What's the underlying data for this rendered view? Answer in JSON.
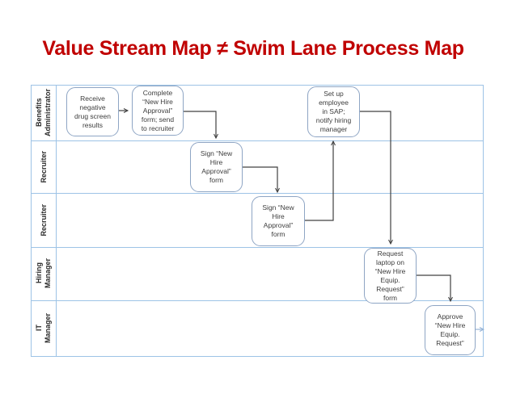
{
  "title": "Value Stream Map ≠ Swim Lane Process Map",
  "colors": {
    "title_red": "#C00000",
    "lane_border": "#9DC3E6",
    "box_border": "#8EA5C4",
    "arrow": "#404040",
    "exit_arrow": "#95B3D7",
    "text": "#3D3D3D"
  },
  "diagram": {
    "type": "swim-lane-process-map",
    "lanes": [
      {
        "label": "Benefits\nAdministrator"
      },
      {
        "label": "Recruiter"
      },
      {
        "label": "Recruiter"
      },
      {
        "label": "Hiring\nManager"
      },
      {
        "label": "IT\nManager"
      }
    ],
    "nodes": [
      {
        "id": "receive-results",
        "lane": "Benefits Administrator",
        "text": "Receive\nnegative\ndrug screen\nresults"
      },
      {
        "id": "complete-approval-form",
        "lane": "Benefits Administrator",
        "text": "Complete\n“New Hire\nApproval”\nform; send\nto recruiter"
      },
      {
        "id": "set-up-employee",
        "lane": "Benefits Administrator",
        "text": "Set up\nemployee\nin SAP;\nnotify hiring\nmanager"
      },
      {
        "id": "sign-approval-1",
        "lane": "Recruiter",
        "text": "Sign “New\nHire\nApproval”\nform"
      },
      {
        "id": "sign-approval-2",
        "lane": "Recruiter",
        "text": "Sign “New\nHire\nApproval”\nform"
      },
      {
        "id": "request-laptop",
        "lane": "Hiring Manager",
        "text": "Request\nlaptop on\n“New Hire\nEquip.\nRequest”\nform"
      },
      {
        "id": "approve-equip",
        "lane": "IT Manager",
        "text": "Approve\n“New Hire\nEquip.\nRequest”"
      }
    ],
    "edges": [
      {
        "from": "receive-results",
        "to": "complete-approval-form"
      },
      {
        "from": "complete-approval-form",
        "to": "sign-approval-1"
      },
      {
        "from": "sign-approval-1",
        "to": "sign-approval-2"
      },
      {
        "from": "sign-approval-2",
        "to": "set-up-employee"
      },
      {
        "from": "set-up-employee",
        "to": "request-laptop"
      },
      {
        "from": "request-laptop",
        "to": "approve-equip"
      },
      {
        "from": "approve-equip",
        "to": "off-page-right"
      }
    ]
  }
}
